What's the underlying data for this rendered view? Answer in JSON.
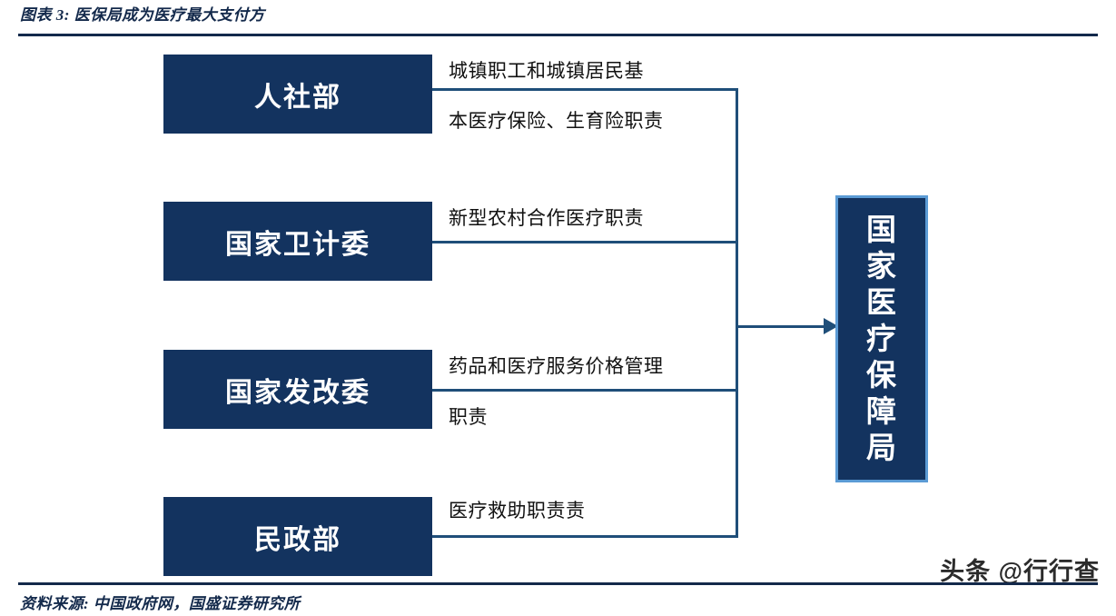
{
  "figure": {
    "title": "图表 3: 医保局成为医疗最大支付方",
    "source": "资料来源: 中国政府网，国盛证券研究所"
  },
  "diagram": {
    "type": "flow",
    "departments": [
      {
        "label": "人社部"
      },
      {
        "label": "国家卫计委"
      },
      {
        "label": "国家发改委"
      },
      {
        "label": "民政部"
      }
    ],
    "duties": [
      {
        "line1": "城镇职工和城镇居民基",
        "line2": "本医疗保险、生育险职责"
      },
      {
        "line1": "新型农村合作医疗职责",
        "line2": ""
      },
      {
        "line1": "药品和医疗服务价格管理",
        "line2": "职责"
      },
      {
        "line1": "医疗救助职责责",
        "line2": ""
      }
    ],
    "target": {
      "chars": [
        "国",
        "家",
        "医",
        "疗",
        "保",
        "障",
        "局"
      ],
      "label": "国家医疗保障局"
    },
    "colors": {
      "box_fill": "#13335f",
      "box_border": "#5b9bd5",
      "line": "#1f4e79",
      "rule": "#13294b"
    }
  },
  "watermark": {
    "text": "头条 @行行查"
  }
}
